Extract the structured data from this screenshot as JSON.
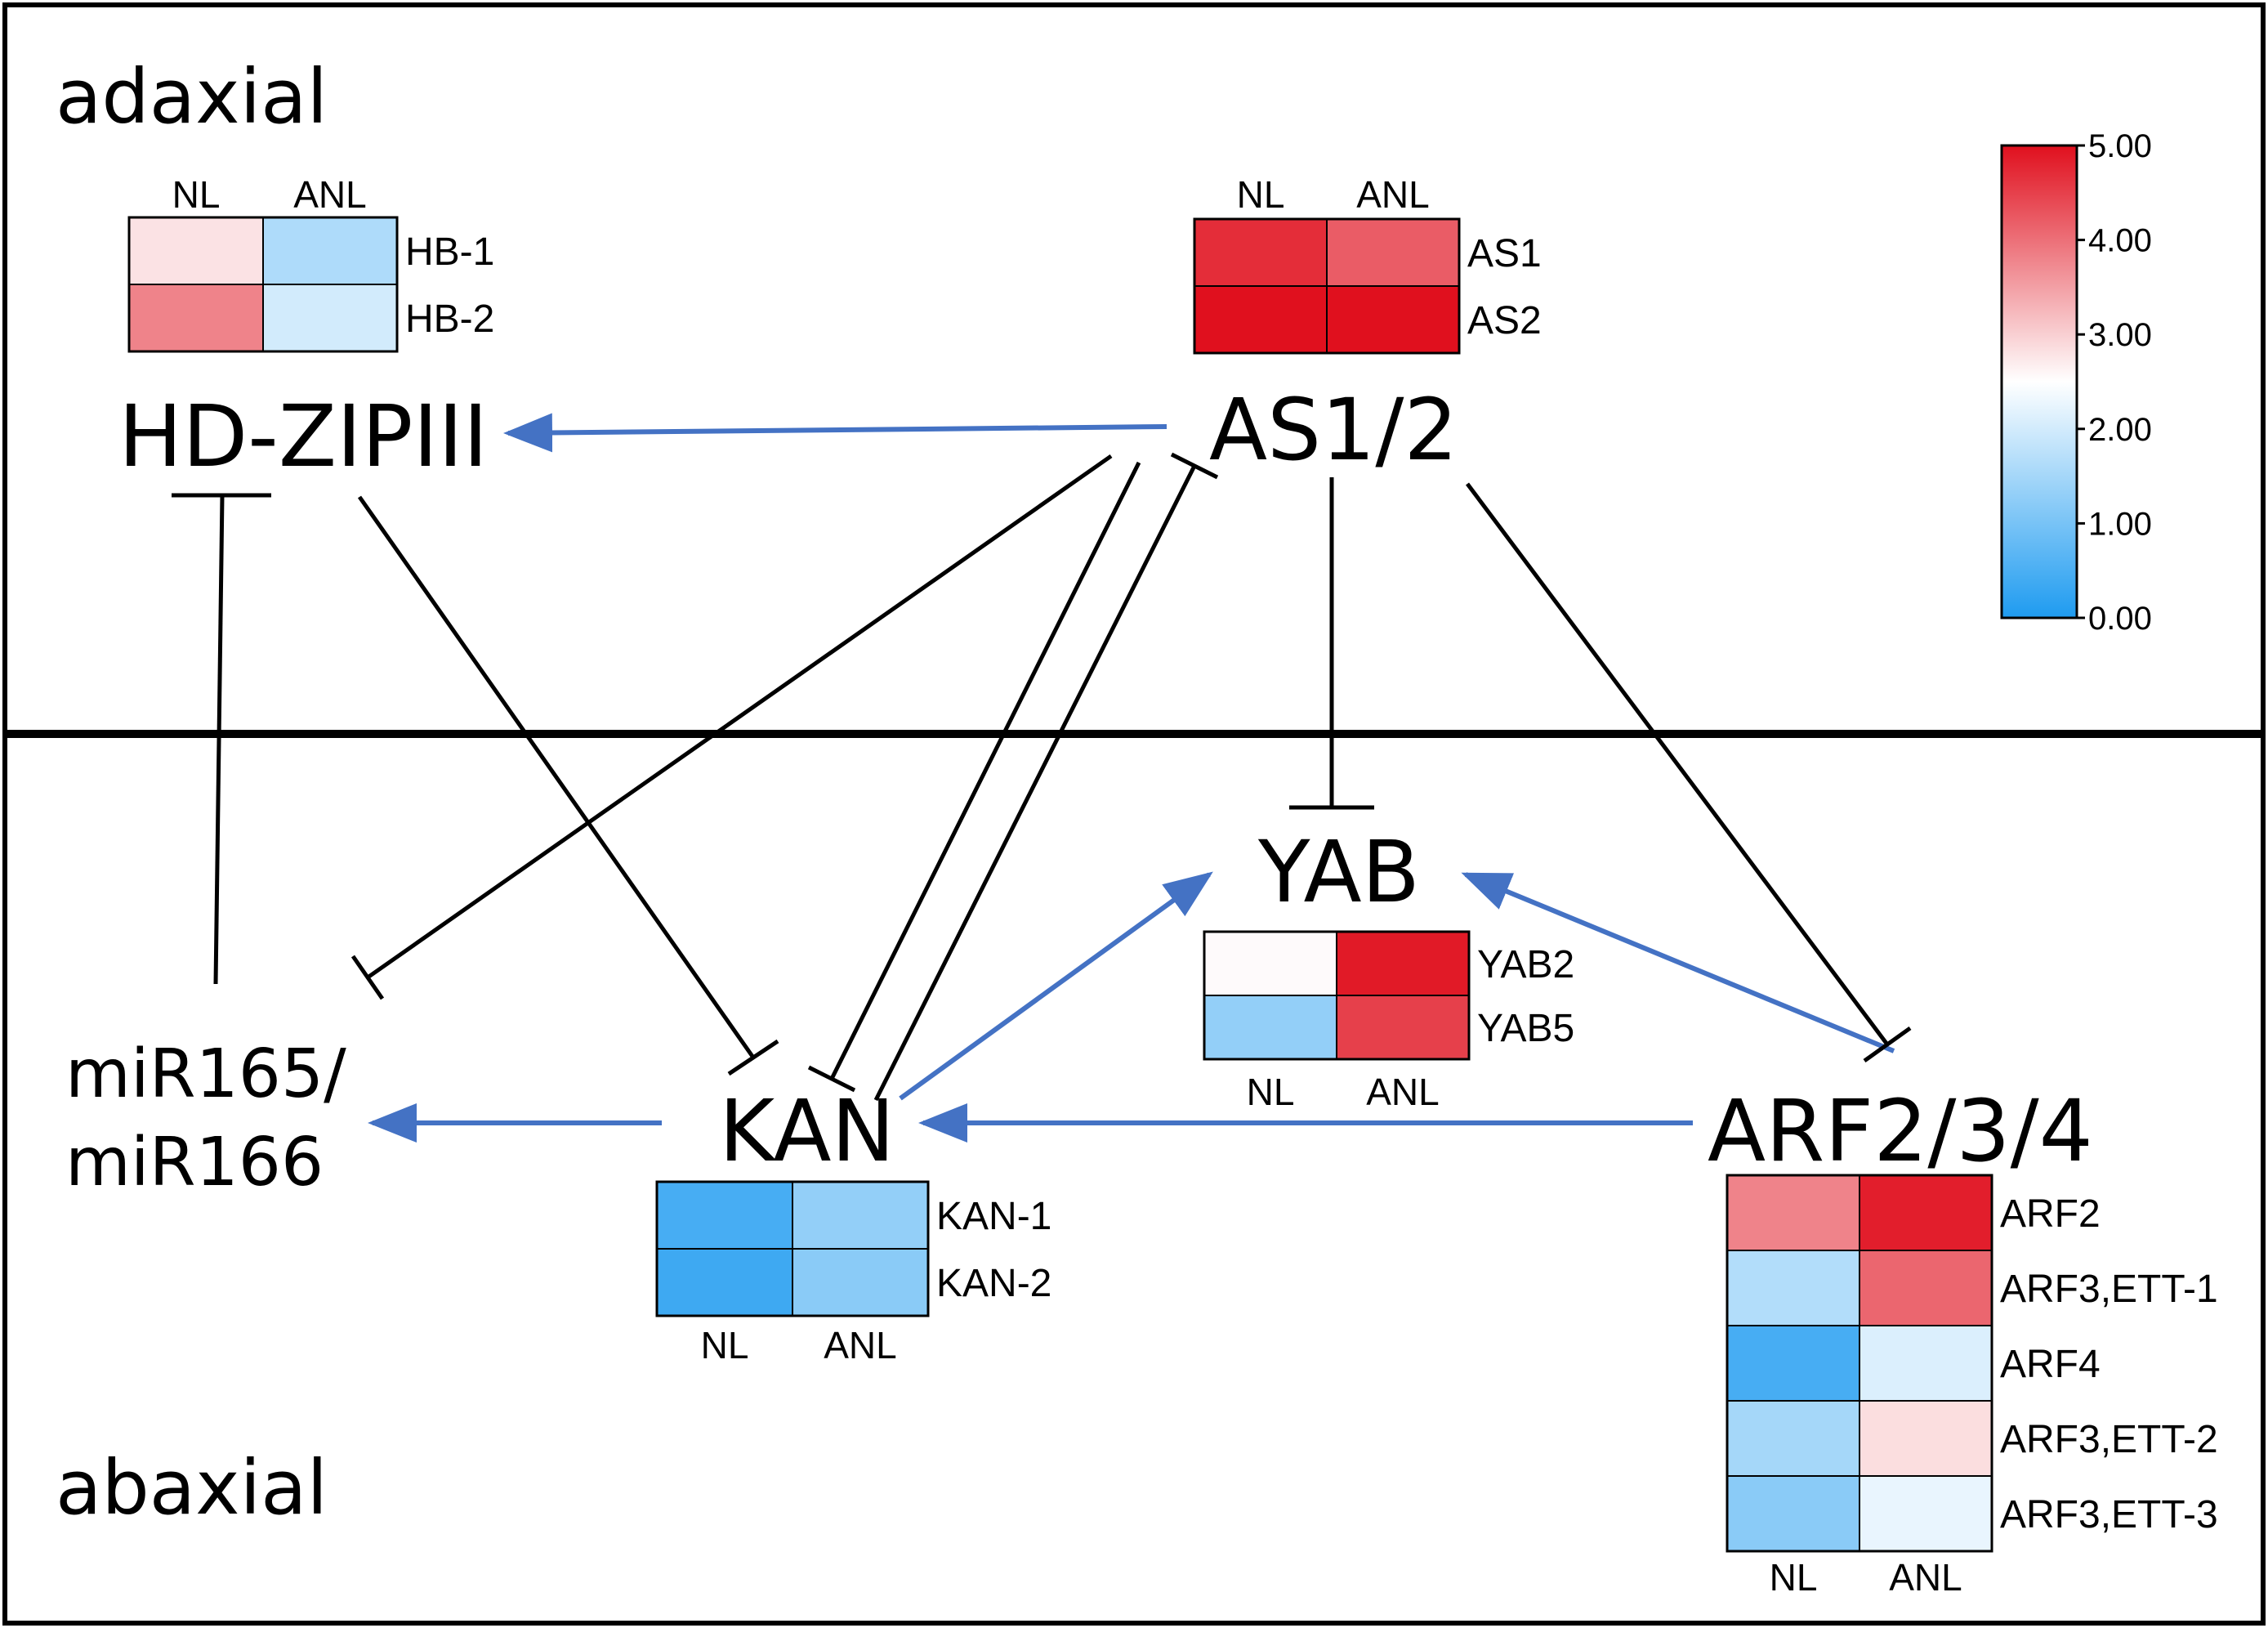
{
  "regions": {
    "top": "adaxial",
    "bottom": "abaxial"
  },
  "nodes": {
    "hdzip": "HD-ZIPIII",
    "as12": "AS1/2",
    "yab": "YAB",
    "kan": "KAN",
    "mir_line1": "miR165/",
    "mir_line2": "miR166",
    "arf": "ARF2/3/4"
  },
  "colors": {
    "activation_arrow": "#4472C4",
    "inhibition_line": "#000000",
    "scale_low": "#1E9BF0",
    "scale_mid": "#FFFFFF",
    "scale_high": "#E0101E"
  },
  "color_scale": {
    "min": 0,
    "max": 5,
    "ticks": [
      "5.00",
      "4.00",
      "3.00",
      "2.00",
      "1.00",
      "0.00"
    ]
  },
  "heatmaps": {
    "hb": {
      "columns": [
        "NL",
        "ANL"
      ],
      "rows": [
        {
          "label": "HB-1",
          "values": [
            2.8,
            1.6
          ]
        },
        {
          "label": "HB-2",
          "values": [
            3.8,
            2.0
          ]
        }
      ]
    },
    "as": {
      "columns": [
        "NL",
        "ANL"
      ],
      "rows": [
        {
          "label": "AS1",
          "values": [
            4.7,
            4.2
          ]
        },
        {
          "label": "AS2",
          "values": [
            5.0,
            5.0
          ]
        }
      ]
    },
    "yab": {
      "columns": [
        "NL",
        "ANL"
      ],
      "rows": [
        {
          "label": "YAB2",
          "values": [
            2.55,
            4.9
          ]
        },
        {
          "label": "YAB5",
          "values": [
            1.3,
            4.5
          ]
        }
      ]
    },
    "kan": {
      "columns": [
        "NL",
        "ANL"
      ],
      "rows": [
        {
          "label": "KAN-1",
          "values": [
            0.45,
            1.3
          ]
        },
        {
          "label": "KAN-2",
          "values": [
            0.35,
            1.2
          ]
        }
      ]
    },
    "arf": {
      "columns": [
        "NL",
        "ANL"
      ],
      "rows": [
        {
          "label": "ARF2",
          "values": [
            3.8,
            4.85
          ]
        },
        {
          "label": "ARF3,ETT-1",
          "values": [
            1.65,
            4.1
          ]
        },
        {
          "label": "ARF4",
          "values": [
            0.45,
            2.1
          ]
        },
        {
          "label": "ARF3,ETT-2",
          "values": [
            1.5,
            2.85
          ]
        },
        {
          "label": "ARF3,ETT-3",
          "values": [
            1.2,
            2.25
          ]
        }
      ]
    }
  }
}
